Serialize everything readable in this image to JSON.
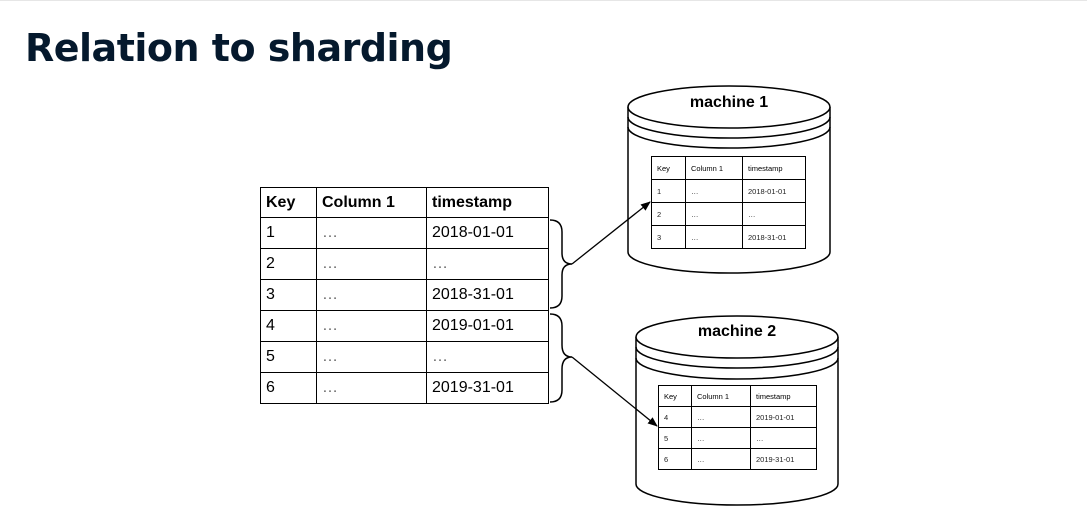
{
  "title": "Relation to sharding",
  "main_table": {
    "headers": [
      "Key",
      "Column 1",
      "timestamp"
    ],
    "rows": [
      [
        "1",
        "…",
        "2018-01-01"
      ],
      [
        "2",
        "…",
        "…"
      ],
      [
        "3",
        "…",
        "2018-31-01"
      ],
      [
        "4",
        "…",
        "2019-01-01"
      ],
      [
        "5",
        "…",
        "…"
      ],
      [
        "6",
        "…",
        "2019-31-01"
      ]
    ]
  },
  "machines": [
    {
      "label": "machine 1",
      "table": {
        "headers": [
          "Key",
          "Column 1",
          "timestamp"
        ],
        "rows": [
          [
            "1",
            "…",
            "2018-01-01"
          ],
          [
            "2",
            "…",
            "…"
          ],
          [
            "3",
            "…",
            "2018-31-01"
          ]
        ]
      }
    },
    {
      "label": "machine 2",
      "table": {
        "headers": [
          "Key",
          "Column 1",
          "timestamp"
        ],
        "rows": [
          [
            "4",
            "…",
            "2019-01-01"
          ],
          [
            "5",
            "…",
            "…"
          ],
          [
            "6",
            "…",
            "2019-31-01"
          ]
        ]
      }
    }
  ]
}
